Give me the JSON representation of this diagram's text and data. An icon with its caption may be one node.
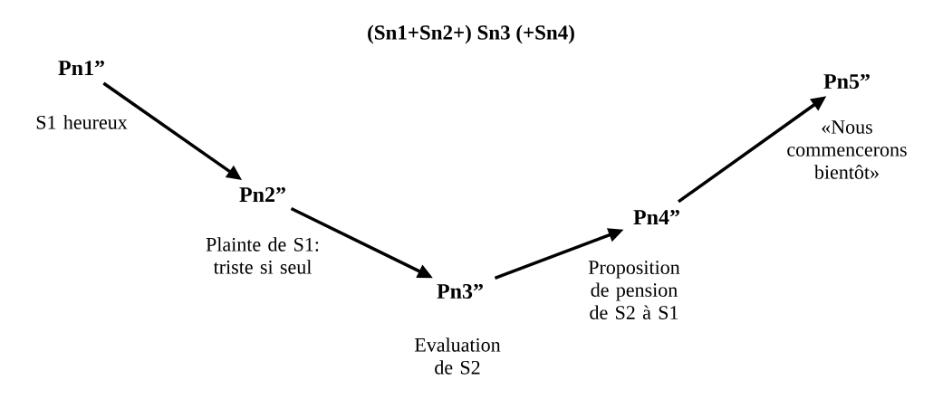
{
  "diagram": {
    "title": "(Sn1+Sn2+) Sn3 (+Sn4)",
    "nodes": [
      {
        "text": [
          "Pn1”",
          "S1 heureux"
        ]
      },
      {
        "text": [
          "Pn2”",
          "Plainte de S1: triste si seul"
        ]
      },
      {
        "text": [
          "Pn3”",
          "Evaluation de S2"
        ]
      },
      {
        "text": [
          "Pn4”",
          "Proposition de pension de S2 à S1"
        ]
      },
      {
        "text": [
          "Pn5”",
          "«Nous commencerons bientôt»"
        ]
      }
    ],
    "edges": [
      {
        "from": 0,
        "to": 1,
        "arrow": "to"
      },
      {
        "from": 1,
        "to": 2,
        "arrow": "to"
      },
      {
        "from": 2,
        "to": 3,
        "arrow": "to"
      },
      {
        "from": 3,
        "to": 4,
        "arrow": "to"
      }
    ]
  }
}
